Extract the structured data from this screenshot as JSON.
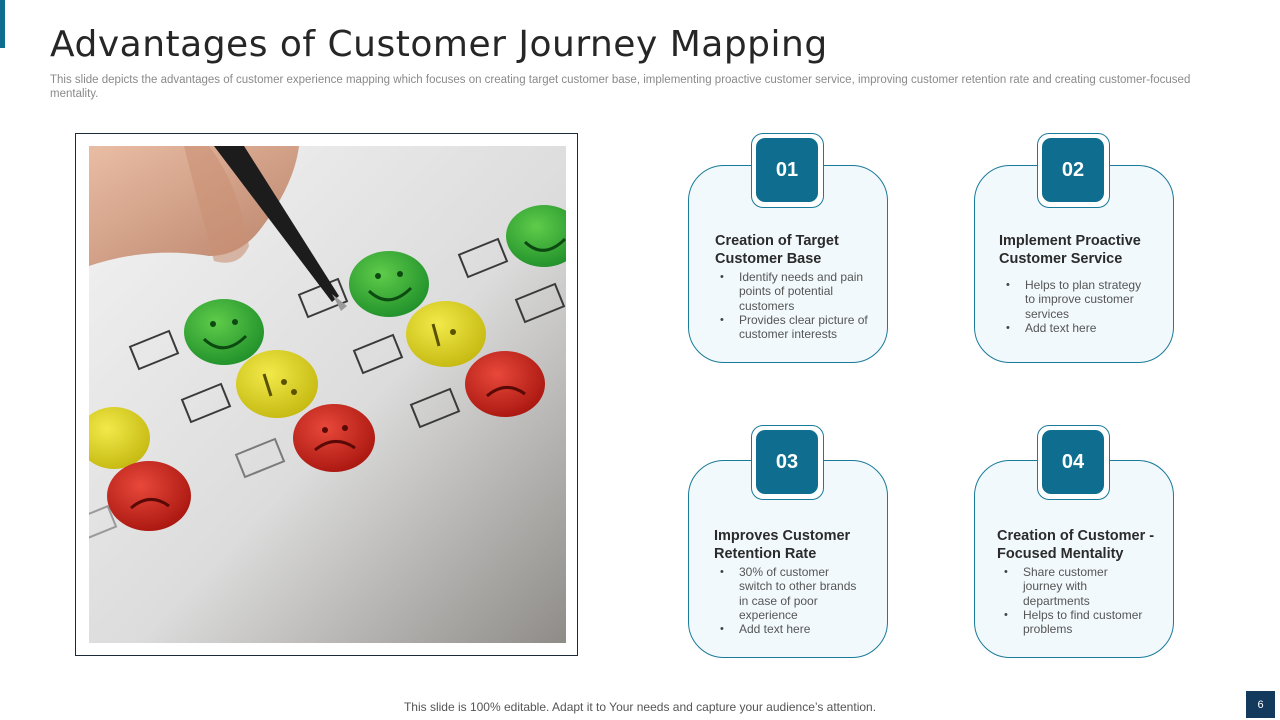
{
  "slide": {
    "title": "Advantages of Customer Journey Mapping",
    "subtitle": "This slide depicts the advantages of customer experience mapping which focuses on creating target customer base, implementing proactive customer service, improving customer retention rate and creating customer-focused mentality.",
    "footer": "This slide is 100% editable. Adapt it to Your needs and capture your audience’s attention.",
    "page_number": "6"
  },
  "colors": {
    "accent": "#0f6e8f",
    "card_border": "#1a7a99",
    "card_fill": "#f2f9fc",
    "page_badge": "#13395c"
  },
  "image": {
    "icon": "feedback-smiley-checklist-photo"
  },
  "cards": [
    {
      "number": "01",
      "title": "Creation of Target Customer Base",
      "bullets": [
        "Identify needs and pain points of potential customers",
        "Provides clear picture of customer interests"
      ]
    },
    {
      "number": "02",
      "title": "Implement Proactive Customer Service",
      "bullets": [
        "Helps to plan strategy to improve customer services",
        "Add text here"
      ]
    },
    {
      "number": "03",
      "title": "Improves Customer Retention Rate",
      "bullets": [
        "30% of customer switch to other brands in case of poor experience",
        "Add text here"
      ]
    },
    {
      "number": "04",
      "title": "Creation of Customer - Focused Mentality",
      "bullets": [
        "Share customer journey with departments",
        "Helps to find customer problems"
      ]
    }
  ]
}
